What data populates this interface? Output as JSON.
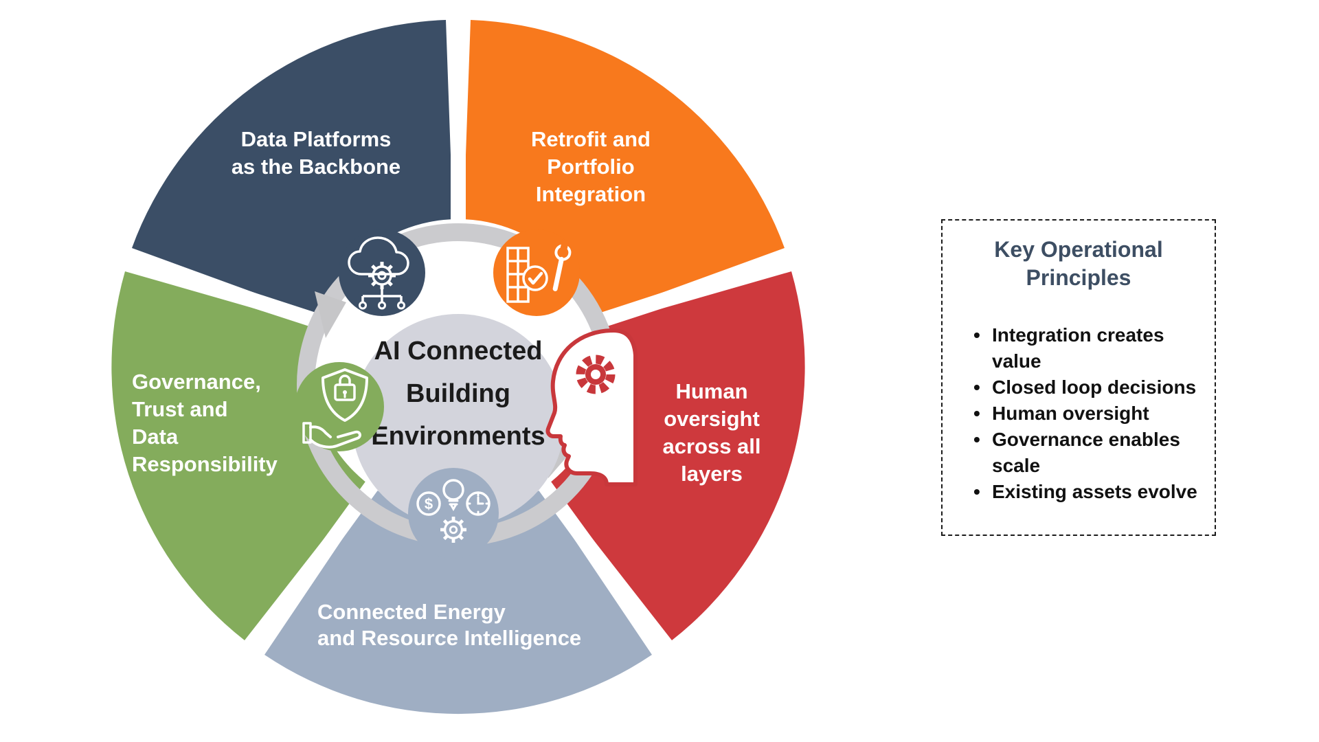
{
  "colors": {
    "background": "#FFFFFF",
    "hub_fill": "#D3D4DC",
    "ring_gray": "#CBCBCE",
    "arrow_gray": "#C6C6C8",
    "label_white": "#FFFFFF",
    "center_text": "#1B1B1B",
    "principles_title": "#3D4E63",
    "head_outline_red": "#C8373B"
  },
  "diagram": {
    "hub": {
      "title_lines": [
        "AI Connected",
        "Building",
        "Environments"
      ]
    },
    "segments": [
      {
        "name": "data-platforms",
        "color": "#3B4E66",
        "icon": "cloud-network-gear-icon",
        "label_lines": [
          "Data Platforms",
          "as the Backbone"
        ]
      },
      {
        "name": "retrofit-portfolio-integration",
        "color": "#F8791D",
        "icon": "scaffold-check-wrench-icon",
        "label_lines": [
          "Retrofit and",
          "Portfolio",
          "Integration"
        ]
      },
      {
        "name": "human-oversight",
        "color": "#CE393D",
        "icon": "human-head-gear-icon",
        "label_lines": [
          "Human",
          "oversight",
          "across all",
          "layers"
        ]
      },
      {
        "name": "connected-energy",
        "color": "#9FAEC3",
        "icon": "bulb-dollar-clock-gear-icon",
        "label_lines": [
          "Connected Energy",
          "and Resource Intelligence"
        ]
      },
      {
        "name": "governance-trust-data",
        "color": "#84AC5C",
        "icon": "shield-lock-hand-icon",
        "label_lines": [
          "Governance,",
          "Trust and",
          "Data",
          "Responsibility"
        ]
      }
    ],
    "icon_glyphs": {
      "dollar": "$"
    }
  },
  "principles": {
    "title_lines": [
      "Key Operational",
      "Principles"
    ],
    "items": [
      "Integration creates value",
      "Closed loop decisions",
      "Human oversight",
      "Governance enables scale",
      "Existing assets evolve"
    ]
  }
}
